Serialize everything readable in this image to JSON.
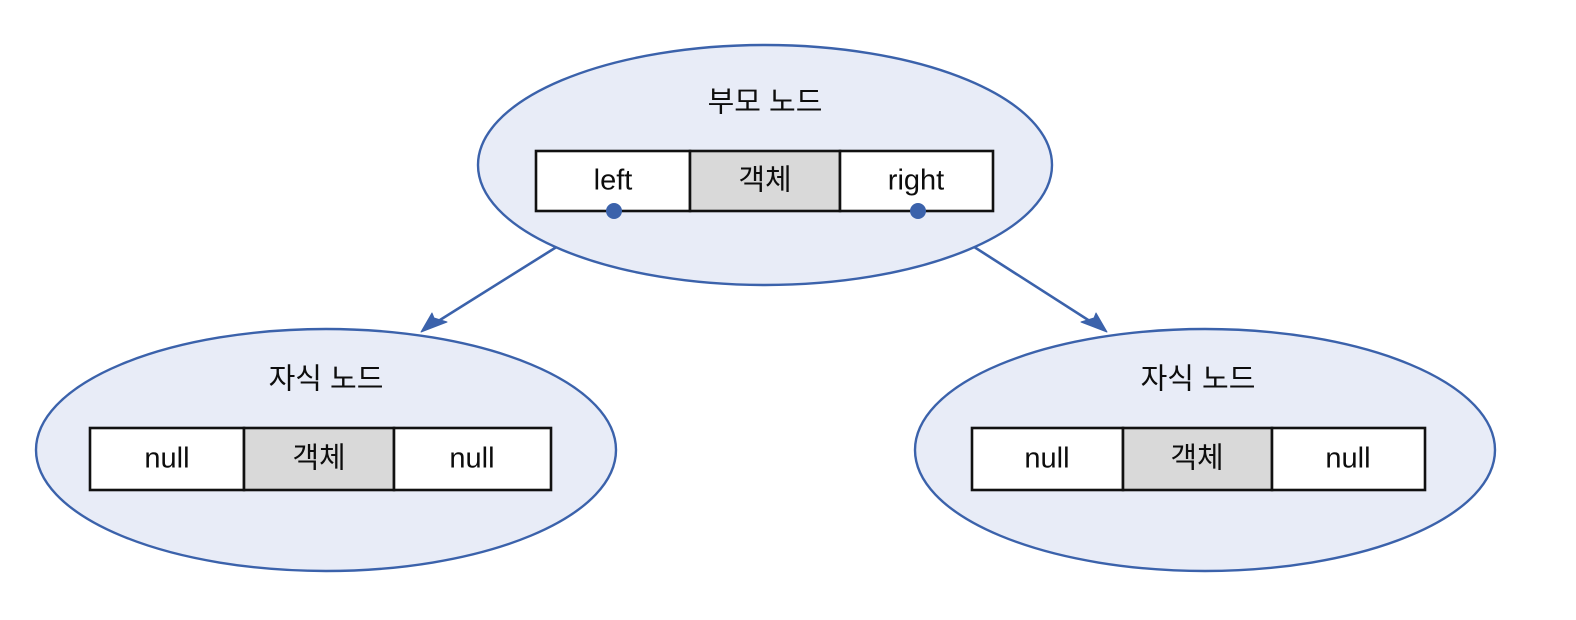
{
  "diagram": {
    "title_visible": false,
    "background_color": "#ffffff",
    "colors": {
      "ellipse_fill": "#e8ecf7",
      "ellipse_stroke": "#3b62ab",
      "cell_white": "#ffffff",
      "cell_gray": "#d9d9d9",
      "cell_border": "#111111",
      "connector": "#3b62ab",
      "text": "#0d0d0d"
    },
    "nodes": [
      {
        "id": "parent",
        "label": "부모 노드",
        "cells": [
          {
            "text": "left",
            "fill": "white"
          },
          {
            "text": "객체",
            "fill": "gray"
          },
          {
            "text": "right",
            "fill": "white"
          }
        ]
      },
      {
        "id": "child-left",
        "label": "자식 노드",
        "cells": [
          {
            "text": "null",
            "fill": "white"
          },
          {
            "text": "객체",
            "fill": "gray"
          },
          {
            "text": "null",
            "fill": "white"
          }
        ]
      },
      {
        "id": "child-right",
        "label": "자식 노드",
        "cells": [
          {
            "text": "null",
            "fill": "white"
          },
          {
            "text": "객체",
            "fill": "gray"
          },
          {
            "text": "null",
            "fill": "white"
          }
        ]
      }
    ],
    "edges": [
      {
        "id": "left-edge",
        "from": "parent.left",
        "to": "child-left",
        "arrow": "to"
      },
      {
        "id": "right-edge",
        "from": "parent.right",
        "to": "child-right",
        "arrow": "to"
      }
    ]
  }
}
